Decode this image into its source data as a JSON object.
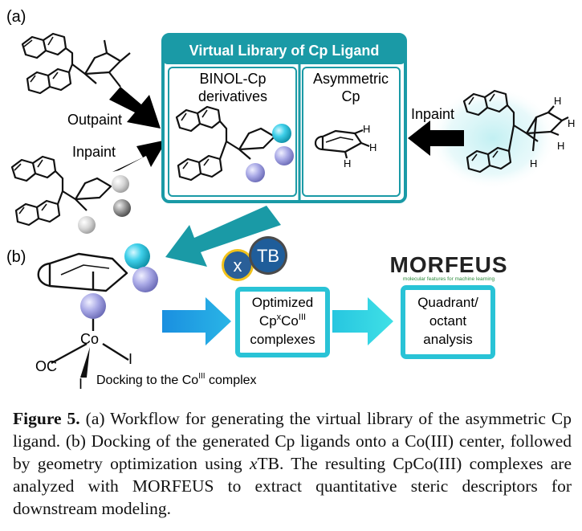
{
  "panels": {
    "a": "(a)",
    "b": "(b)"
  },
  "library": {
    "title": "Virtual Library of Cp Ligand",
    "left_line1": "BINOL-Cp",
    "left_line2": "derivatives",
    "right_line1": "Asymmetric",
    "right_line2": "Cp"
  },
  "arrows": {
    "outpaint": "Outpaint",
    "inpaint_left": "Inpaint",
    "inpaint_right": "Inpaint"
  },
  "atoms": {
    "h": "H",
    "co": "Co",
    "oc": "OC",
    "iodine": "I"
  },
  "docking": {
    "prefix": "Docking to the Co",
    "sup": "III",
    "suffix": " complex"
  },
  "xtb_logo": {
    "x": "x",
    "tb": "TB"
  },
  "optimized": {
    "line1": "Optimized",
    "line2_a": "Cp",
    "line2_sup1": "x",
    "line2_b": "Co",
    "line2_sup2": "III",
    "line3": "complexes"
  },
  "morfeus": {
    "logo": "MORFEUS",
    "tagline": "molecular features for machine learning"
  },
  "analysis": {
    "line1": "Quadrant/",
    "line2": "octant",
    "line3": "analysis"
  },
  "caption": {
    "label": "Figure 5.",
    "part1": " (a) Workflow for generating the virtual library of the asymmetric Cp ligand. (b) Docking of the generated Cp ligands onto a Co(III) center, followed by geometry optimization using ",
    "xtb_x": "x",
    "xtb_rest": "TB",
    "part2": ". The resulting CpCo(III) complexes are analyzed with MORFEUS to extract quantitative steric descriptors for downstream modeling."
  },
  "colors": {
    "teal": "#1a9aa6",
    "cyan": "#29c3d6",
    "lavender": "#a6a6e0",
    "navy": "#1f5d9a",
    "gray": "#b3b3b3"
  }
}
